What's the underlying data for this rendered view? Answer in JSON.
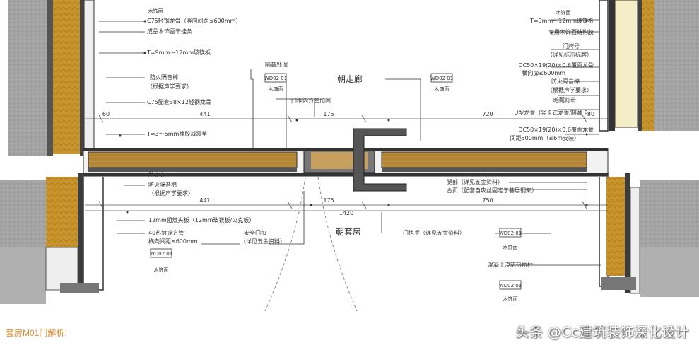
{
  "rooms": {
    "corridor": "朝走廊",
    "suite": "朝套房"
  },
  "dims": {
    "top": [
      "441",
      "175",
      "720",
      "60",
      "80"
    ],
    "bottom": [
      "441",
      "175",
      "1420",
      "750"
    ]
  },
  "tags": {
    "code": "WD02 01",
    "material": "木饰面"
  },
  "notes_left": [
    "C75轻钢龙骨（竖向间距≤600mm）",
    "成品木饰面干挂条",
    "T=9mm～12mm玻镁板",
    "防火隔音棉",
    "（根据声学要求）",
    "C75配套38×12轻钢龙骨",
    "T=3～5mm橡胶减震垫"
  ],
  "notes_center": [
    "隔音处理",
    "门框内方管加固"
  ],
  "notes_left_bottom": [
    "防火条",
    "防火隔音棉",
    "（根据声学要求）",
    "12mm阻燃夹板（12mm玻镁板/火克板）",
    "40热镀锌方管",
    "横向间距≤600mm",
    "安全门扣",
    "（详见五金资料）"
  ],
  "notes_right": [
    "T=9mm～12mm玻镁板",
    "专用木饰面结构胶",
    "门牌号",
    "（详见标示标牌）",
    "DC50×19(20)×0.6覆面龙骨",
    "横向@≤600mm",
    "防火隔音棉",
    "（根据声学要求）",
    "暗藏灯带",
    "U型龙骨（竖卡式龙骨/暗藏卡）",
    "DC50×19(20)×0.6覆面龙骨",
    "间距300mm（≤6m安装）"
  ],
  "notes_right_bottom": [
    "腿部（详见五金资料）",
    "合页（配套自攻丝固定于基层钢架）",
    "门执手（详见五金资料）",
    "混凝土浇筑热桥柱"
  ],
  "caption": "套房M01门解析:",
  "watermark": "头条 @Cc建筑装饰深化设计",
  "colors": {
    "insulation": "#c8942c",
    "concrete": "#8e8e8e",
    "wall_dark": "#3c3c3c",
    "caption": "#e08a2a"
  }
}
